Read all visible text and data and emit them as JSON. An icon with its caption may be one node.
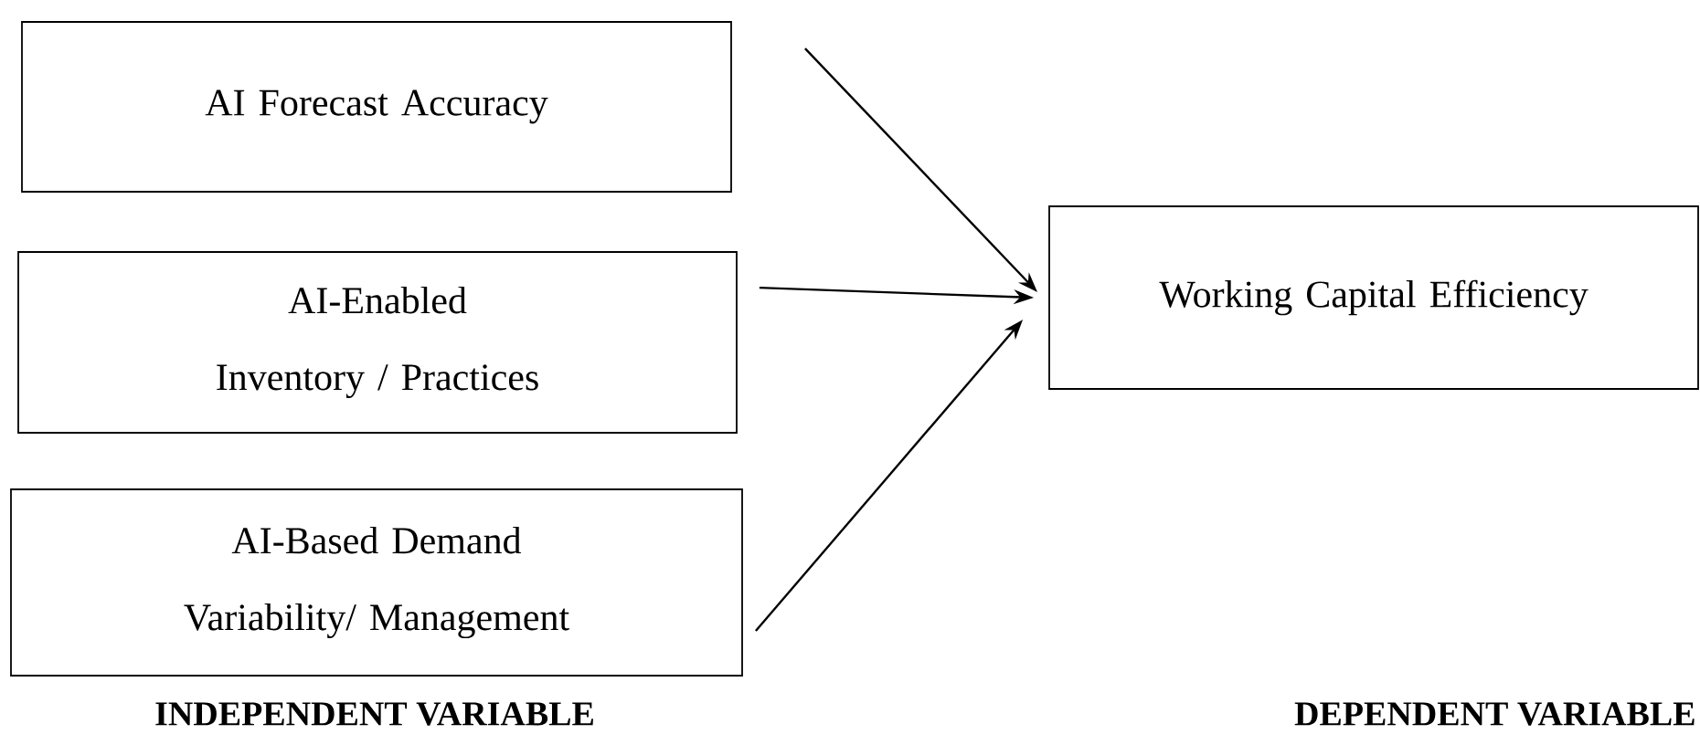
{
  "diagram": {
    "nodes": [
      {
        "text": [
          "AI Forecast Accuracy"
        ]
      },
      {
        "text": [
          "AI-Enabled Inventory / Practices"
        ]
      },
      {
        "text": [
          "AI-Based Demand Variability/ Management"
        ]
      },
      {
        "text": [
          "Working Capital Efficiency"
        ]
      }
    ],
    "edges": [
      {
        "from": 0,
        "to": 3,
        "arrow": "to"
      },
      {
        "from": 1,
        "to": 3,
        "arrow": "to"
      },
      {
        "from": 2,
        "to": 3,
        "arrow": "to"
      }
    ],
    "labels": [
      "INDEPENDENT VARIABLE",
      "DEPENDENT VARIABLE"
    ]
  }
}
